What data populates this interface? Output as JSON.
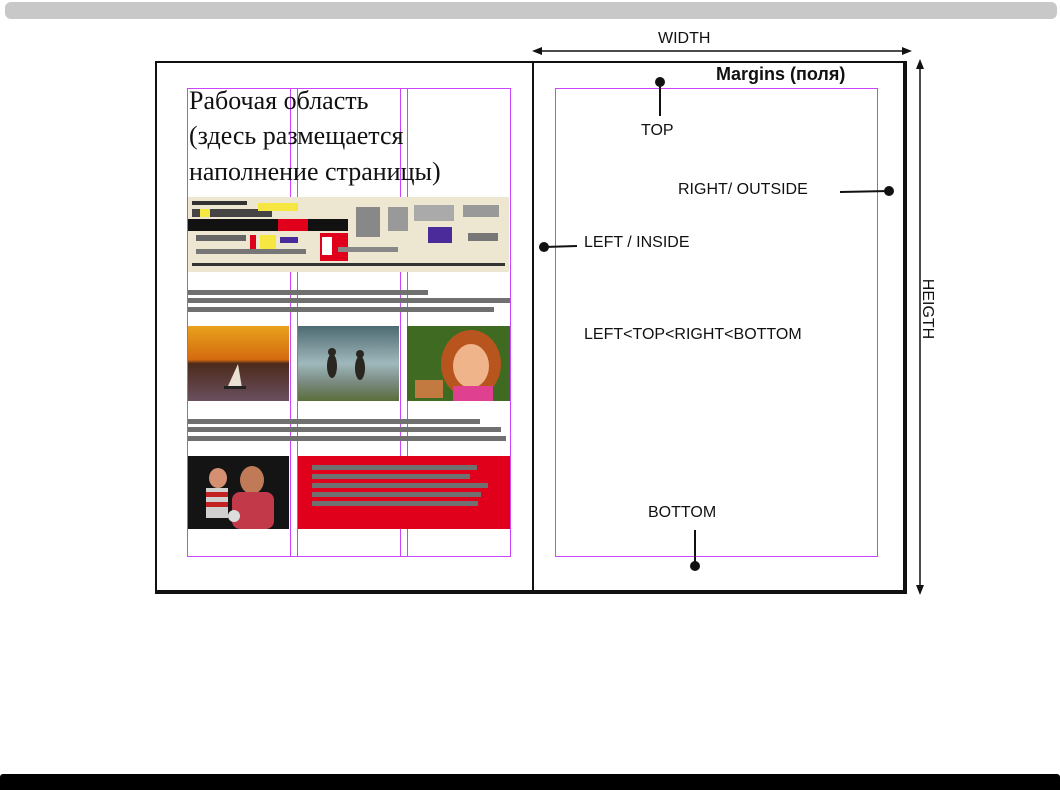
{
  "diagram": {
    "work_area_text": [
      "Рабочая область",
      "(здесь размещается",
      "наполнение страницы)"
    ],
    "margins_title": "Margins (поля)",
    "width_label": "WIDTH",
    "height_label": "HEIGTH",
    "top_label": "TOP",
    "right_label": "RIGHT/ OUTSIDE",
    "left_label": "LEFT / INSIDE",
    "bottom_label": "BOTTOM",
    "rule_label": "LEFT<TOP<RIGHT<BOTTOM"
  },
  "colors": {
    "margin_guide": "#cc44ff",
    "text_bar": "#707070",
    "red_block": "#e0001c",
    "page_border": "#111111"
  }
}
